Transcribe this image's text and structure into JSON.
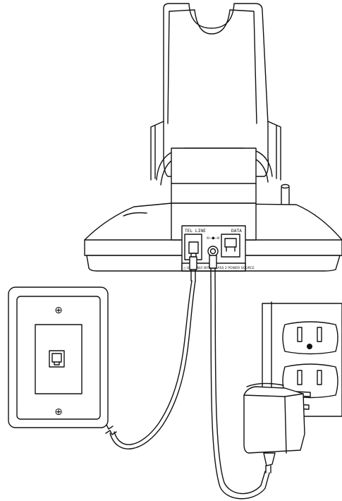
{
  "base_labels": {
    "tel_line": "TEL LINE",
    "dc_symbol": "⊙–●–⊙",
    "data": "DATA",
    "warning": "△ USE ONLY WITH CLASS 2 POWER SOURCE"
  },
  "icons": {
    "screw_top": "⊕",
    "screw_bottom": "⊕",
    "warning_triangle": "△"
  },
  "colors": {
    "stroke": "#111111",
    "background": "#ffffff"
  }
}
